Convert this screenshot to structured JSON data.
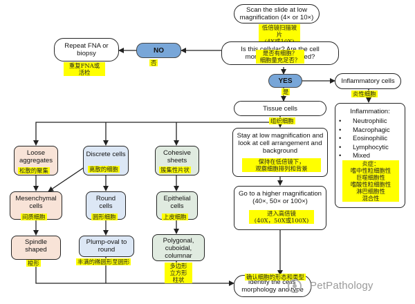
{
  "nodes": {
    "scan_slide": "Scan the slide at low magnification (4× or 10×)",
    "is_cellular": "Is this cellular? Are the cell morphology preserved?",
    "no": "NO",
    "repeat_fna": "Repeat FNA or biopsy",
    "yes": "YES",
    "inflammatory_cells": "Inflammatory cells",
    "tissue_cells": "Tissue cells",
    "inflammation_title": "Inflammation:",
    "inflammation_items": [
      "Neutrophilic",
      "Macrophagic",
      "Eosinophilic",
      "Lymphocytic",
      "Mixed"
    ],
    "stay_low": "Stay at low magnification and look at cell arrangement and background",
    "loose_aggregates": "Loose aggregates",
    "discrete_cells": "Discrete cells",
    "cohesive_sheets": "Cohesive sheets",
    "mesenchymal_cells": "Mesenchymal cells",
    "round_cells": "Round cells",
    "epithelial_cells": "Epithelial cells",
    "spindle_shaped": "Spindle shaped",
    "plump_oval": "Plump-oval to round",
    "polygonal": "Polygonal, cuboidal, columnar",
    "higher_mag": "Go to a higher magnification (40×, 50× or 100×)",
    "identify_morphology": "Identify the cells' morphology and type"
  },
  "translations": {
    "scan_slide_1": "低倍镜扫描玻片",
    "scan_slide_2": "(4X或10X)",
    "is_cellular_1": "是否有细胞？",
    "is_cellular_2": "细胞量充足否？",
    "no": "否",
    "repeat_fna_1": "重复FNA或",
    "repeat_fna_2": "活检",
    "yes": "是",
    "inflammatory_cells": "炎性细胞",
    "tissue_cells": "组织细胞",
    "inflammation_lines": [
      "炎症：",
      "嗜中性粒细胞性",
      "巨噬细胞性",
      "嗜酸性粒细胞性",
      "淋巴细胞性",
      "混合性"
    ],
    "stay_low_1": "保持在低倍镜下，",
    "stay_low_2": "观察细胞排列和背景",
    "loose_aggregates": "松散的聚集",
    "discrete_cells": "离散的细胞",
    "cohesive_sheets": "簇集性片状",
    "mesenchymal_cells": "间质细胞",
    "round_cells": "圆形细胞",
    "epithelial_cells": "上皮细胞",
    "spindle_shaped": "梭形",
    "plump_oval": "丰满的椭圆形至圆形",
    "polygonal_1": "多边形",
    "polygonal_2": "立方形",
    "polygonal_3": "柱状",
    "higher_mag_1": "进入高倍镜",
    "higher_mag_2": "(40X，50X或100X)",
    "identify_morphology": "确认细胞的形态和类型"
  },
  "watermark": "PetPathology",
  "colors": {
    "decision_fill": "#78a6d8",
    "highlight": "#ffff00",
    "peach_fill": "#f8e3d7",
    "blue_fill": "#dce7f5",
    "green_fill": "#e0ebe0"
  }
}
